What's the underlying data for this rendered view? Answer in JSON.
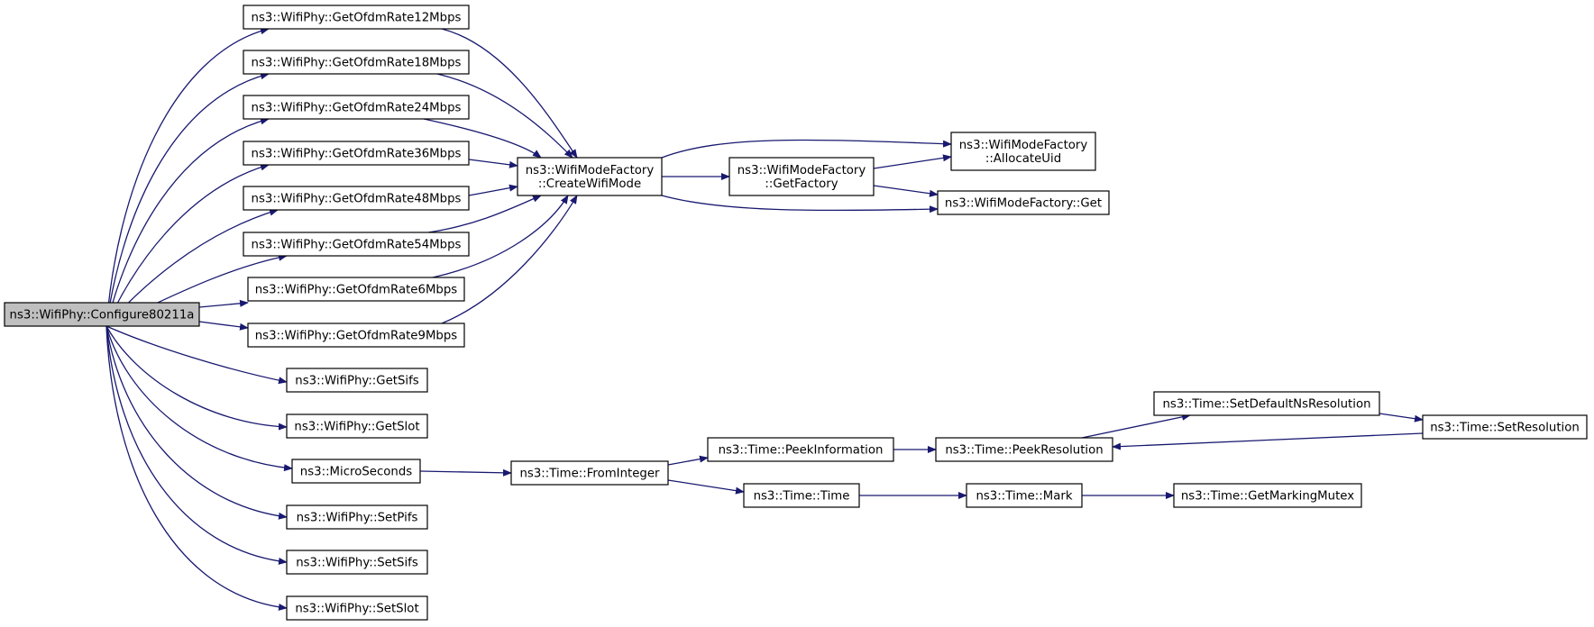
{
  "diagram": {
    "type": "call-graph",
    "colors": {
      "edge": "#191970",
      "root_fill": "#bfbfbf",
      "node_fill": "#ffffff",
      "node_stroke": "#000000"
    },
    "nodes": [
      {
        "id": "configure",
        "lines": [
          "ns3::WifiPhy::Configure80211a"
        ],
        "root": true
      },
      {
        "id": "rate12",
        "lines": [
          "ns3::WifiPhy::GetOfdmRate12Mbps"
        ]
      },
      {
        "id": "rate18",
        "lines": [
          "ns3::WifiPhy::GetOfdmRate18Mbps"
        ]
      },
      {
        "id": "rate24",
        "lines": [
          "ns3::WifiPhy::GetOfdmRate24Mbps"
        ]
      },
      {
        "id": "rate36",
        "lines": [
          "ns3::WifiPhy::GetOfdmRate36Mbps"
        ]
      },
      {
        "id": "rate48",
        "lines": [
          "ns3::WifiPhy::GetOfdmRate48Mbps"
        ]
      },
      {
        "id": "rate54",
        "lines": [
          "ns3::WifiPhy::GetOfdmRate54Mbps"
        ]
      },
      {
        "id": "rate6",
        "lines": [
          "ns3::WifiPhy::GetOfdmRate6Mbps"
        ]
      },
      {
        "id": "rate9",
        "lines": [
          "ns3::WifiPhy::GetOfdmRate9Mbps"
        ]
      },
      {
        "id": "getsifs",
        "lines": [
          "ns3::WifiPhy::GetSifs"
        ]
      },
      {
        "id": "getslot",
        "lines": [
          "ns3::WifiPhy::GetSlot"
        ]
      },
      {
        "id": "micro",
        "lines": [
          "ns3::MicroSeconds"
        ]
      },
      {
        "id": "setpifs",
        "lines": [
          "ns3::WifiPhy::SetPifs"
        ]
      },
      {
        "id": "setsifs",
        "lines": [
          "ns3::WifiPhy::SetSifs"
        ]
      },
      {
        "id": "setslot",
        "lines": [
          "ns3::WifiPhy::SetSlot"
        ]
      },
      {
        "id": "create",
        "lines": [
          "ns3::WifiModeFactory",
          "::CreateWifiMode"
        ]
      },
      {
        "id": "getfactory",
        "lines": [
          "ns3::WifiModeFactory",
          "::GetFactory"
        ]
      },
      {
        "id": "allocate",
        "lines": [
          "ns3::WifiModeFactory",
          "::AllocateUid"
        ]
      },
      {
        "id": "factoryget",
        "lines": [
          "ns3::WifiModeFactory::Get"
        ]
      },
      {
        "id": "fromint",
        "lines": [
          "ns3::Time::FromInteger"
        ]
      },
      {
        "id": "peekinfo",
        "lines": [
          "ns3::Time::PeekInformation"
        ]
      },
      {
        "id": "timetime",
        "lines": [
          "ns3::Time::Time"
        ]
      },
      {
        "id": "peekres",
        "lines": [
          "ns3::Time::PeekResolution"
        ]
      },
      {
        "id": "setdefault",
        "lines": [
          "ns3::Time::SetDefaultNsResolution"
        ]
      },
      {
        "id": "setres",
        "lines": [
          "ns3::Time::SetResolution"
        ]
      },
      {
        "id": "mark",
        "lines": [
          "ns3::Time::Mark"
        ]
      },
      {
        "id": "mutex",
        "lines": [
          "ns3::Time::GetMarkingMutex"
        ]
      }
    ],
    "edges": [
      {
        "from": "configure",
        "to": "rate12"
      },
      {
        "from": "configure",
        "to": "rate18"
      },
      {
        "from": "configure",
        "to": "rate24"
      },
      {
        "from": "configure",
        "to": "rate36"
      },
      {
        "from": "configure",
        "to": "rate48"
      },
      {
        "from": "configure",
        "to": "rate54"
      },
      {
        "from": "configure",
        "to": "rate6"
      },
      {
        "from": "configure",
        "to": "rate9"
      },
      {
        "from": "configure",
        "to": "getsifs"
      },
      {
        "from": "configure",
        "to": "getslot"
      },
      {
        "from": "configure",
        "to": "micro"
      },
      {
        "from": "configure",
        "to": "setpifs"
      },
      {
        "from": "configure",
        "to": "setsifs"
      },
      {
        "from": "configure",
        "to": "setslot"
      },
      {
        "from": "rate12",
        "to": "create"
      },
      {
        "from": "rate18",
        "to": "create"
      },
      {
        "from": "rate24",
        "to": "create"
      },
      {
        "from": "rate36",
        "to": "create"
      },
      {
        "from": "rate48",
        "to": "create"
      },
      {
        "from": "rate54",
        "to": "create"
      },
      {
        "from": "rate6",
        "to": "create"
      },
      {
        "from": "rate9",
        "to": "create"
      },
      {
        "from": "create",
        "to": "allocate"
      },
      {
        "from": "create",
        "to": "getfactory"
      },
      {
        "from": "create",
        "to": "factoryget"
      },
      {
        "from": "getfactory",
        "to": "allocate"
      },
      {
        "from": "getfactory",
        "to": "factoryget"
      },
      {
        "from": "micro",
        "to": "fromint"
      },
      {
        "from": "fromint",
        "to": "peekinfo"
      },
      {
        "from": "fromint",
        "to": "timetime"
      },
      {
        "from": "peekinfo",
        "to": "peekres"
      },
      {
        "from": "peekres",
        "to": "setdefault"
      },
      {
        "from": "setdefault",
        "to": "setres"
      },
      {
        "from": "setres",
        "to": "peekres"
      },
      {
        "from": "timetime",
        "to": "mark"
      },
      {
        "from": "mark",
        "to": "mutex"
      }
    ]
  }
}
